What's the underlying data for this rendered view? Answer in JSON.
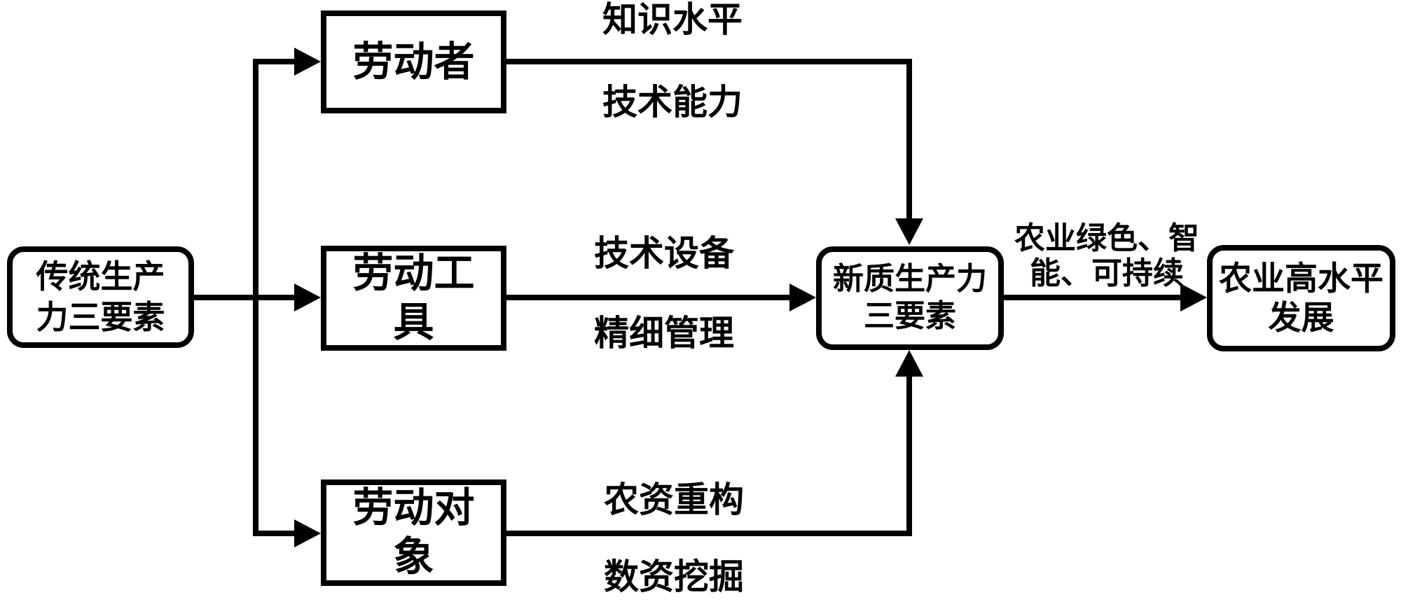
{
  "nodes": {
    "traditional": {
      "lines": [
        "传统生产",
        "力三要素"
      ]
    },
    "laborer": {
      "lines": [
        "劳动者"
      ]
    },
    "tools": {
      "lines": [
        "劳动工",
        "具"
      ]
    },
    "objects": {
      "lines": [
        "劳动对",
        "象"
      ]
    },
    "new_quality": {
      "lines": [
        "新质生产力",
        "三要素"
      ]
    },
    "high_level": {
      "lines": [
        "农业高水平",
        "发展"
      ]
    }
  },
  "edge_labels": {
    "knowledge": "知识水平",
    "tech_ability": "技术能力",
    "tech_equipment": "技术设备",
    "fine_management": "精细管理",
    "agri_reconstruction": "农资重构",
    "data_mining": "数资挖掘",
    "green_smart": {
      "lines": [
        "农业绿色、智",
        "能、可持续"
      ]
    }
  },
  "colors": {
    "line": "#000000",
    "background": "#ffffff",
    "text": "#000000"
  }
}
